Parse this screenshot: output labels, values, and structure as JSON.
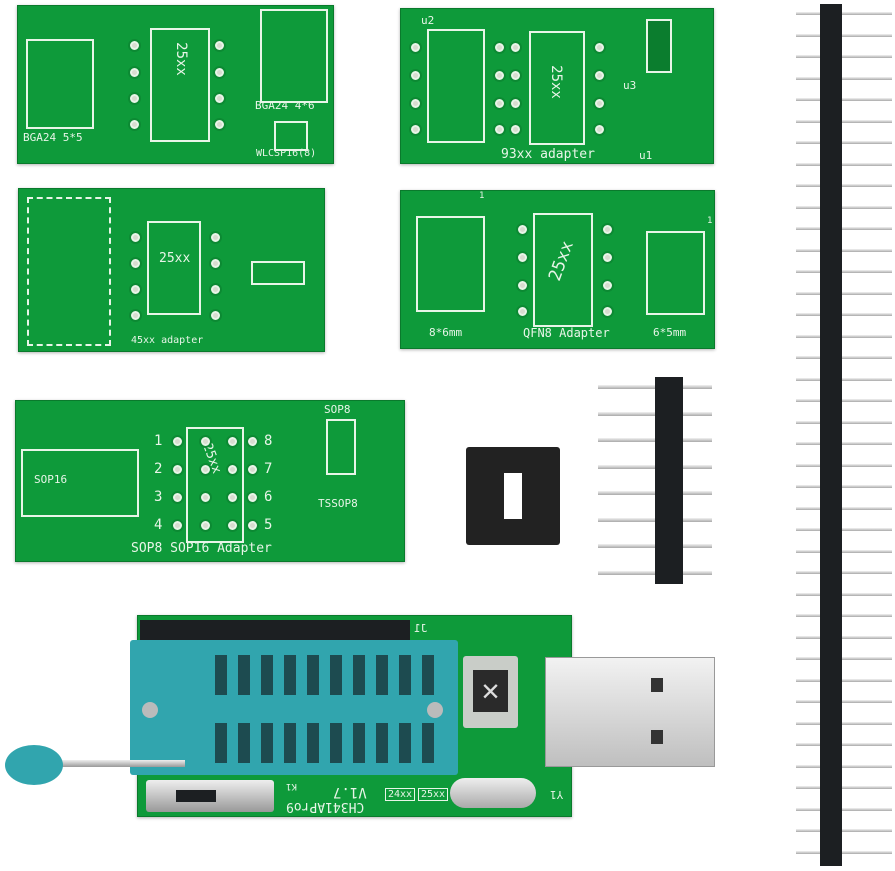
{
  "boards": {
    "bga": {
      "label_left": "BGA24 5*5",
      "chip": "25xx",
      "label_right": "BGA24 4*6",
      "label_wlcsp": "WLCSP16(8)"
    },
    "adapter93": {
      "u2": "u2",
      "chip": "25xx",
      "u3": "u3",
      "title": "93xx adapter",
      "u1": "u1"
    },
    "adapter45": {
      "chip": "25xx",
      "title": "45xx adapter"
    },
    "qfn8": {
      "pin1": "1",
      "pin1b": "1",
      "chip": "25xx",
      "left": "8*6mm",
      "title": "QFN8 Adapter",
      "right": "6*5mm"
    },
    "sop": {
      "sop8": "SOP8",
      "sop16": "SOP16",
      "tssop8": "TSSOP8",
      "chip": "25xx",
      "title": "SOP8 SOP16 Adapter",
      "left_nums": [
        "1",
        "2",
        "3",
        "4"
      ],
      "right_nums": [
        "8",
        "7",
        "6",
        "5"
      ]
    },
    "programmer": {
      "model": "CH341APro9",
      "version": "V1.7",
      "k1": "K1",
      "j1": "J1",
      "y1": "Y1",
      "btn24": "24xx",
      "btn25": "25xx"
    }
  },
  "colors": {
    "pcb": "#0e9a3a",
    "socket": "#31a5ae",
    "header": "#1c1f22"
  }
}
